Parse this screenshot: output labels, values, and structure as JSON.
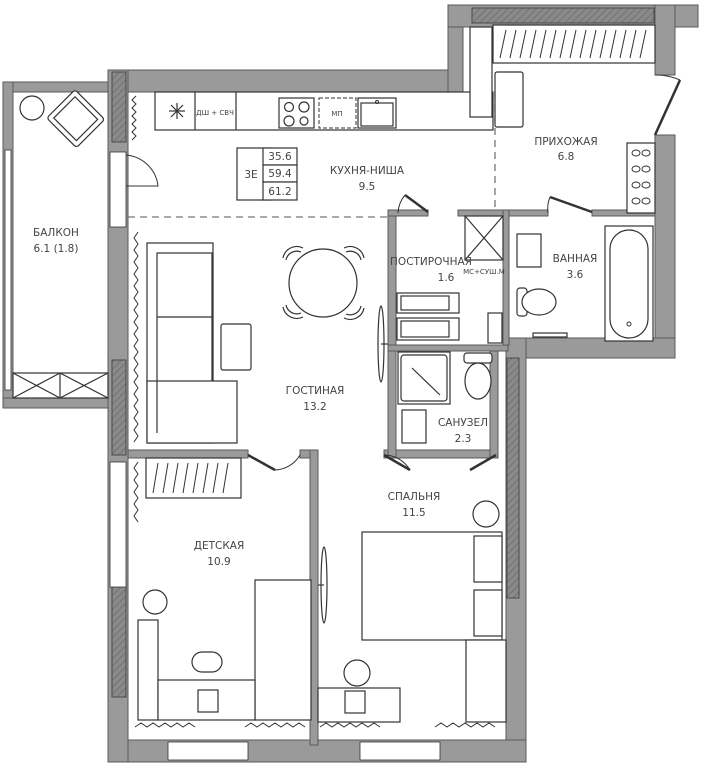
{
  "plan": {
    "type": "apartment-floor-plan",
    "apartment_code": "3E",
    "areas": {
      "living": "35.6",
      "total": "59.4",
      "total_with_balcony": "61.2"
    },
    "colors": {
      "wall": "#9a9a9a",
      "wall_stroke": "#5a5a5a",
      "line": "#333333",
      "text": "#444444",
      "background": "#ffffff"
    }
  },
  "rooms": {
    "kitchen": {
      "name": "КУХНЯ-НИША",
      "area": "9.5"
    },
    "hall": {
      "name": "ПРИХОЖАЯ",
      "area": "6.8"
    },
    "balcony": {
      "name": "БАЛКОН",
      "area": "6.1 (1.8)"
    },
    "laundry": {
      "name": "ПОСТИРОЧНАЯ",
      "area": "1.6",
      "note": "МС+СУШ.М"
    },
    "bathroom": {
      "name": "ВАННАЯ",
      "area": "3.6"
    },
    "living": {
      "name": "ГОСТИНАЯ",
      "area": "13.2"
    },
    "wc": {
      "name": "САНУЗЕЛ",
      "area": "2.3"
    },
    "kids": {
      "name": "ДЕТСКАЯ",
      "area": "10.9"
    },
    "bedroom": {
      "name": "СПАЛЬНЯ",
      "area": "11.5"
    }
  },
  "kitchen_labels": {
    "dishwasher_microwave": "ДШ + СВЧ",
    "washing_machine": "МП"
  }
}
